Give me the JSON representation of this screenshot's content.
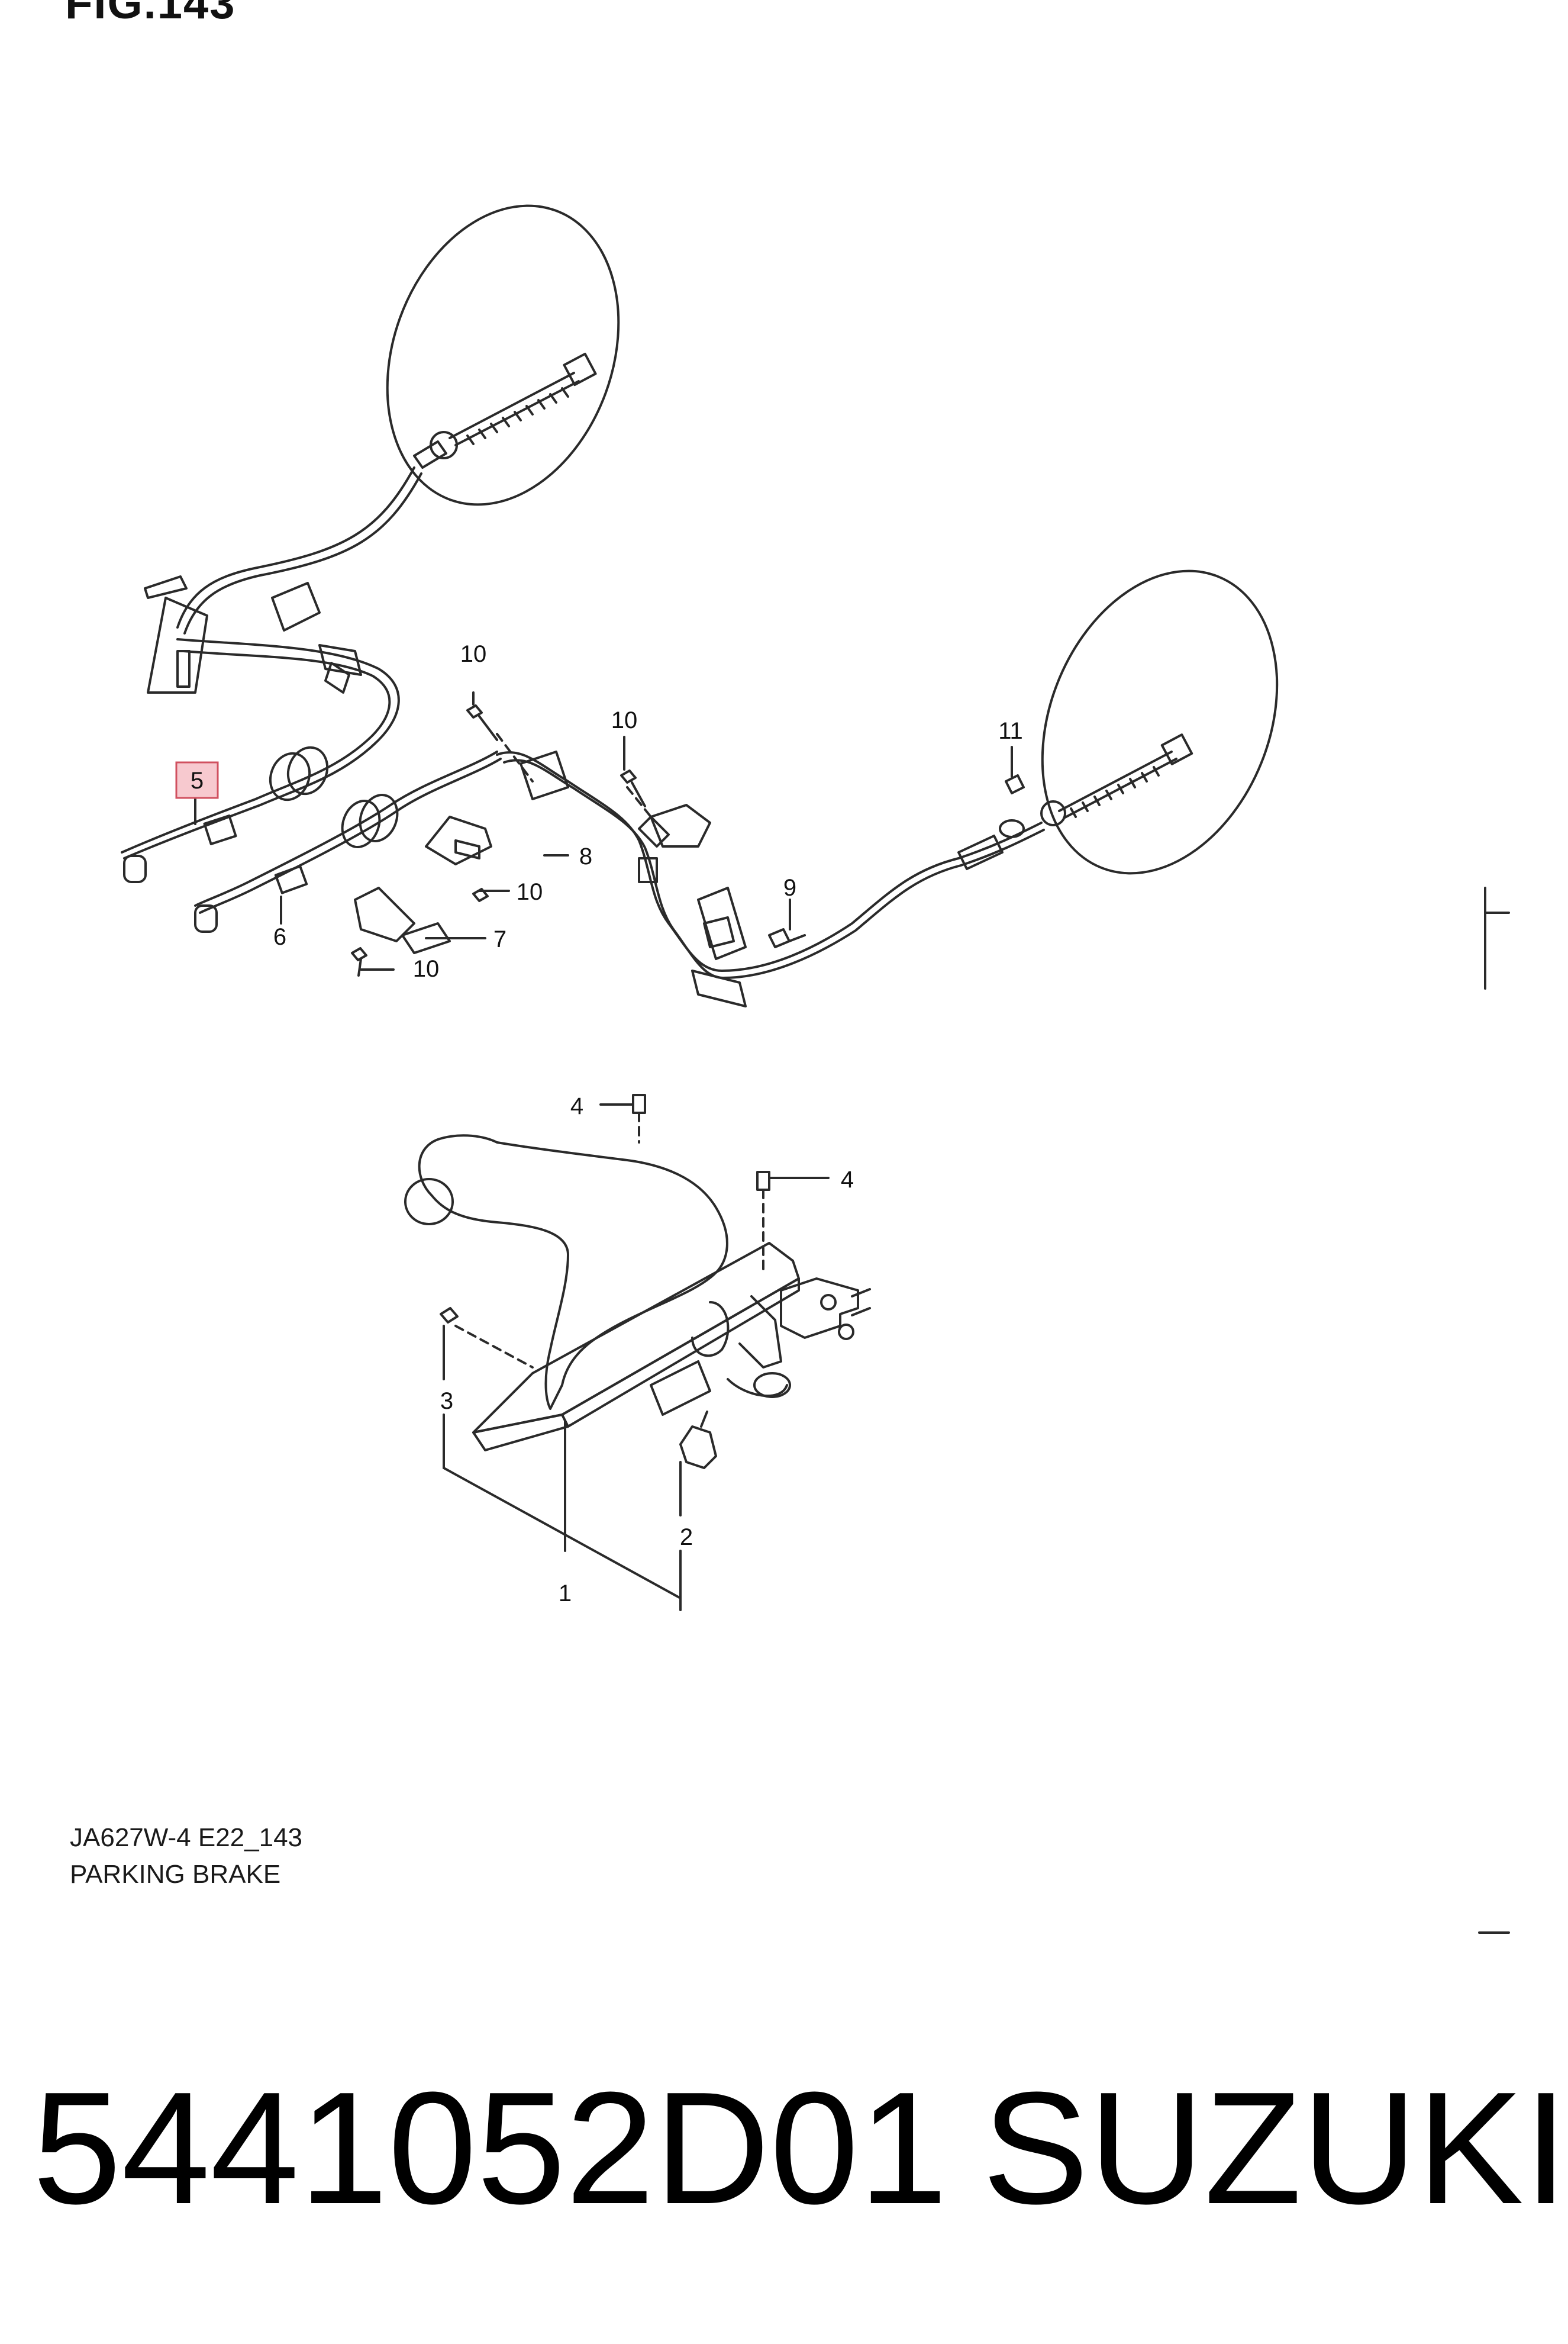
{
  "figure": {
    "title": "FIG.143",
    "code": "JA627W-4 E22_143",
    "name": "PARKING BRAKE"
  },
  "callouts": [
    {
      "id": "c5",
      "label": "5",
      "highlighted": true
    },
    {
      "id": "c6",
      "label": "6"
    },
    {
      "id": "c7",
      "label": "7"
    },
    {
      "id": "c8",
      "label": "8"
    },
    {
      "id": "c9",
      "label": "9"
    },
    {
      "id": "c10a",
      "label": "10"
    },
    {
      "id": "c10b",
      "label": "10"
    },
    {
      "id": "c10c",
      "label": "10"
    },
    {
      "id": "c10d",
      "label": "10"
    },
    {
      "id": "c11",
      "label": "11"
    },
    {
      "id": "c4a",
      "label": "4"
    },
    {
      "id": "c4b",
      "label": "4"
    },
    {
      "id": "c3",
      "label": "3"
    },
    {
      "id": "c2",
      "label": "2"
    },
    {
      "id": "c1",
      "label": "1"
    }
  ],
  "product": {
    "part_number": "5441052D01",
    "brand": "SUZUKI"
  },
  "colors": {
    "line": "#2a2a2a",
    "highlight_fill": "#f7c9cf",
    "highlight_border": "#d0505f"
  }
}
